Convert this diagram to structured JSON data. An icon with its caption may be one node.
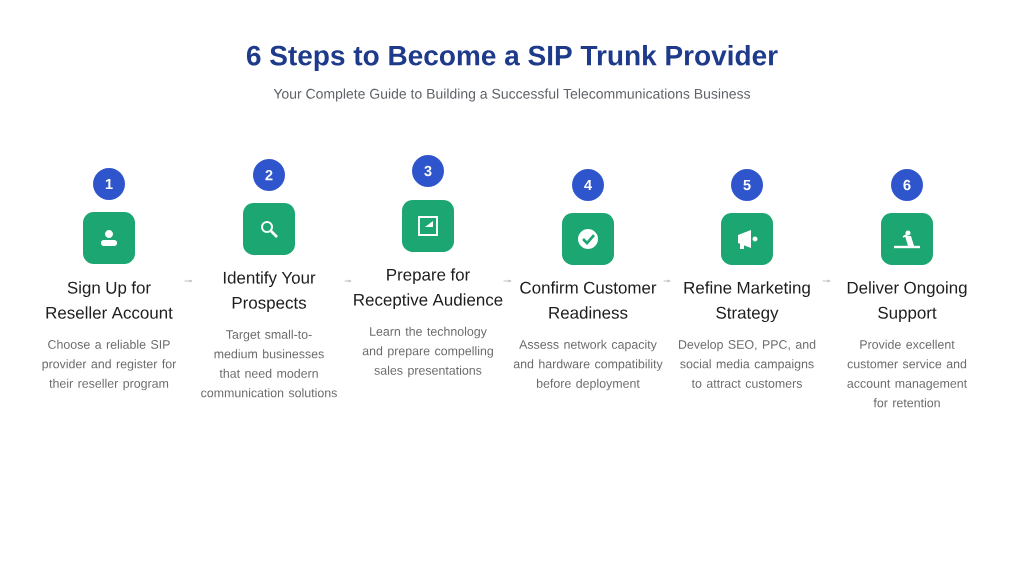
{
  "diagram": {
    "title": "6 Steps to Become a SIP Trunk Provider",
    "caption": "Your Complete Guide to Building a Successful Telecommunications Business",
    "nodes": [
      {
        "text": [
          "1"
        ]
      },
      {
        "text": [
          "Sign Up for Reseller Account",
          "Choose a reliable SIP provider and register for their reseller program"
        ]
      },
      {
        "text": [
          "2"
        ]
      },
      {
        "text": [
          "Identify Your Prospects",
          "Target small-to-medium businesses that need modern communication solutions"
        ]
      },
      {
        "text": [
          "3"
        ]
      },
      {
        "text": [
          "Prepare for Receptive Audience",
          "Learn the technology and prepare compelling sales presentations"
        ]
      },
      {
        "text": [
          "4"
        ]
      },
      {
        "text": [
          "Confirm Customer Readiness",
          "Assess network capacity and hardware compatibility before deployment"
        ]
      },
      {
        "text": [
          "5"
        ]
      },
      {
        "text": [
          "Refine Marketing Strategy",
          "Develop SEO, PPC, and social media campaigns to attract customers"
        ]
      },
      {
        "text": [
          "6"
        ]
      },
      {
        "text": [
          "Deliver Ongoing Support",
          "Provide excellent customer service and account management for retention"
        ]
      }
    ],
    "edges": [
      {
        "from": 1,
        "to": 3,
        "arrow": "to"
      },
      {
        "from": 3,
        "to": 5,
        "arrow": "to"
      },
      {
        "from": 5,
        "to": 7,
        "arrow": "to"
      },
      {
        "from": 7,
        "to": 9,
        "arrow": "to"
      },
      {
        "from": 9,
        "to": 11,
        "arrow": "to"
      }
    ]
  }
}
